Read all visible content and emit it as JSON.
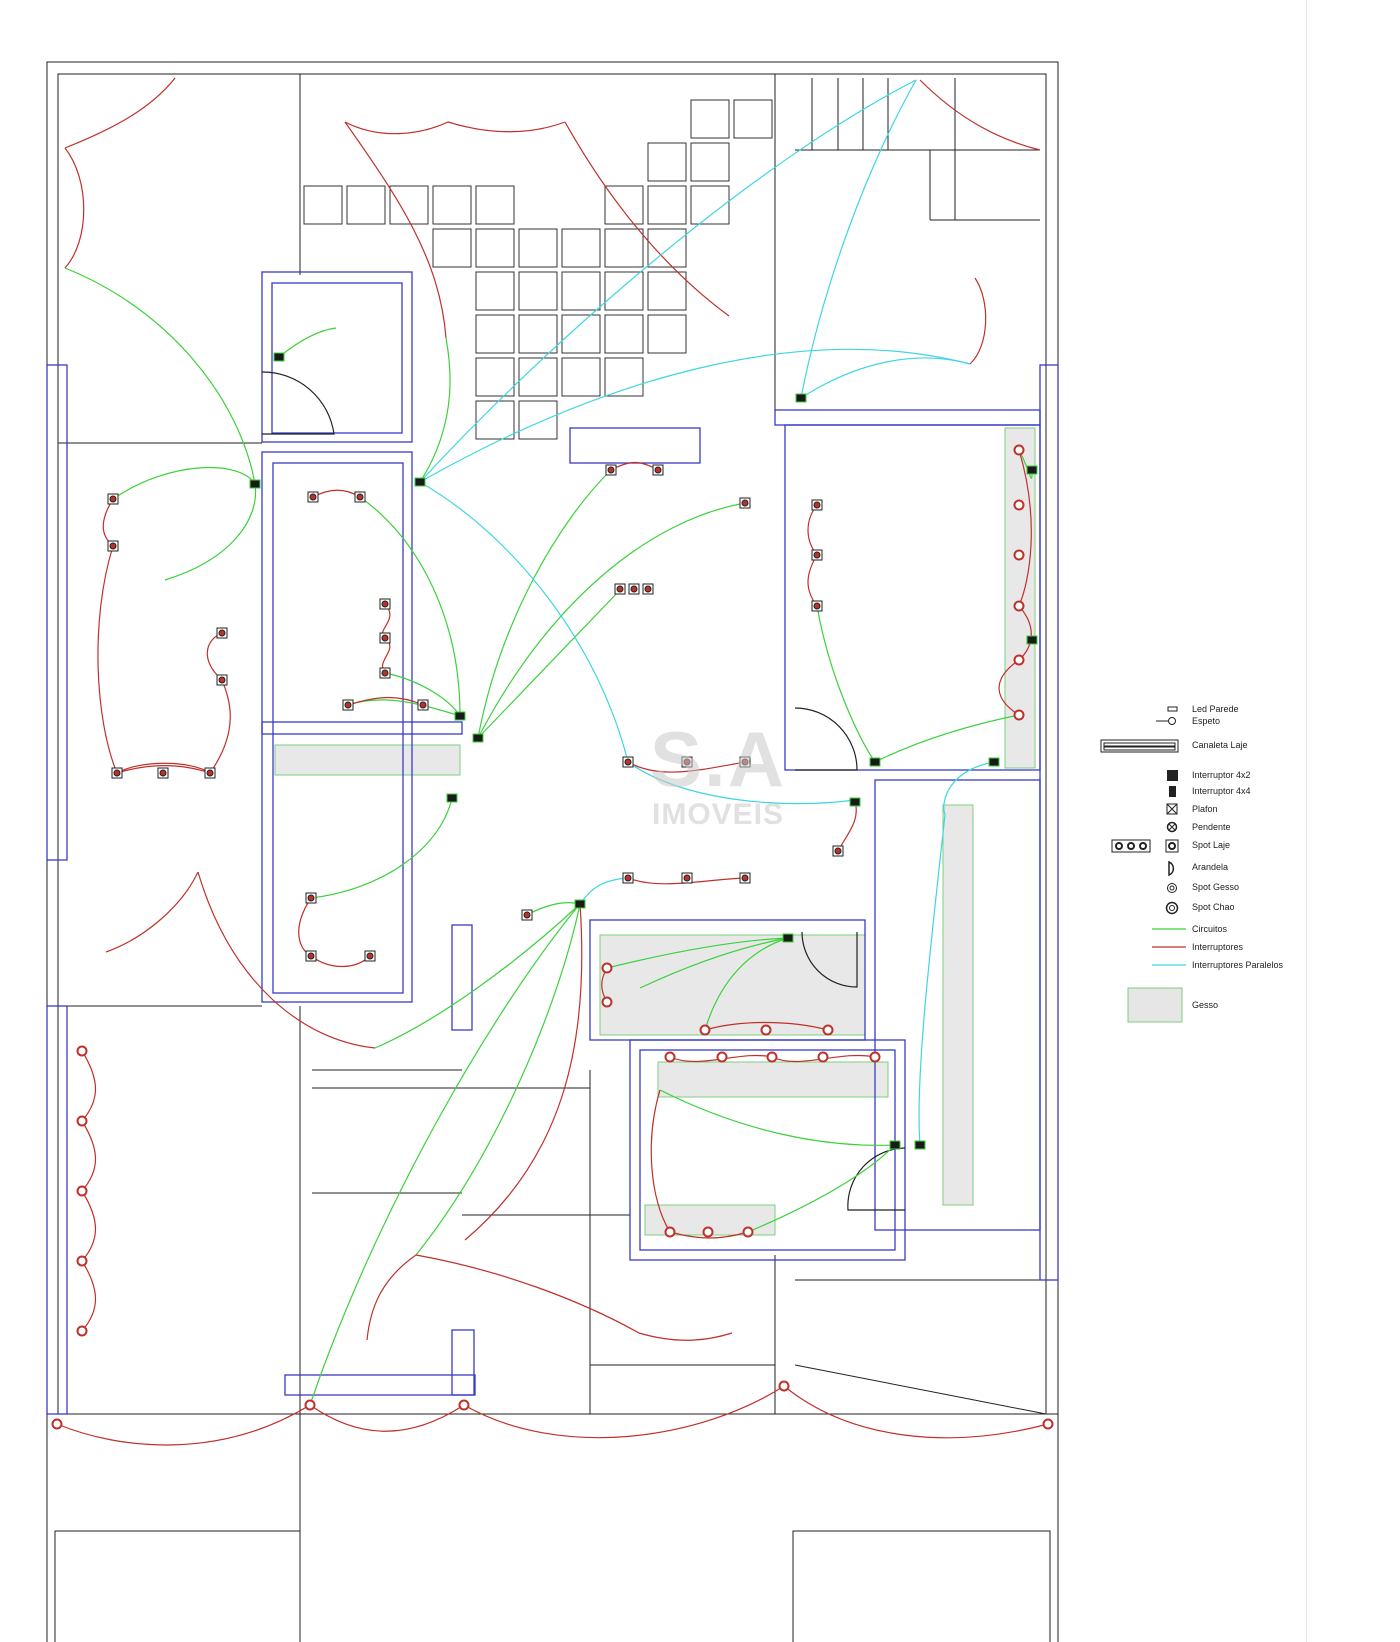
{
  "watermark": {
    "brand": "S.A",
    "subtitle": "IMOVEIS"
  },
  "colors": {
    "circuits": "#3bd13b",
    "switches": "#c0302a",
    "parallel_switches": "#3fd6e0",
    "walls": "#3a3ac8",
    "gesso": "#e6e6e6"
  },
  "legend": {
    "items": [
      {
        "icon": "led-wall-icon",
        "label": "Led Parede"
      },
      {
        "icon": "spike-light-icon",
        "label": "Espeto"
      },
      {
        "icon": "ceiling-channel-icon",
        "label": "Canaleta Laje"
      },
      {
        "icon": "switch-4x2-icon",
        "label": "Interruptor 4x2"
      },
      {
        "icon": "switch-4x4-icon",
        "label": "Interruptor 4x4"
      },
      {
        "icon": "ceiling-light-icon",
        "label": "Plafon"
      },
      {
        "icon": "pendant-icon",
        "label": "Pendente"
      },
      {
        "icon": "slab-spot-icon",
        "label": "Spot Laje"
      },
      {
        "icon": "wall-sconce-icon",
        "label": "Arandela"
      },
      {
        "icon": "plaster-spot-icon",
        "label": "Spot Gesso"
      },
      {
        "icon": "floor-spot-icon",
        "label": "Spot Chao"
      },
      {
        "icon": "green-line-icon",
        "label": "Circuitos"
      },
      {
        "icon": "red-line-icon",
        "label": "Interruptores"
      },
      {
        "icon": "cyan-line-icon",
        "label": "Interruptores Paralelos"
      },
      {
        "icon": "gesso-swatch-icon",
        "label": "Gesso"
      }
    ]
  }
}
